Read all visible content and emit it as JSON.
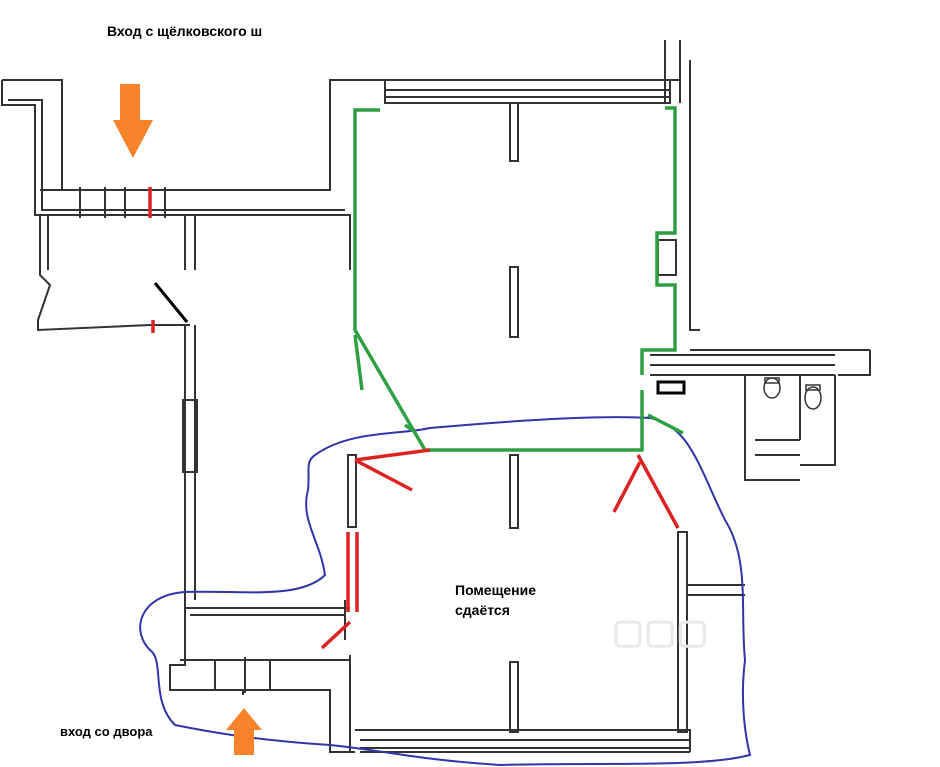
{
  "labels": {
    "entrance_street": "Вход с щёлковского ш",
    "entrance_yard": "вход со двора",
    "rented_line1": "Помещение",
    "rented_line2": "сдаётся"
  },
  "colors": {
    "walls": "#333333",
    "green_outline": "#2ea043",
    "red_doors": "#dd2222",
    "blue_outline": "#3333aa",
    "orange_arrows": "#f7822a",
    "black_marks": "#000000"
  },
  "icons": [
    "entrance-arrow-down-icon",
    "entrance-arrow-up-icon",
    "toilet-icon",
    "sink-icon"
  ]
}
